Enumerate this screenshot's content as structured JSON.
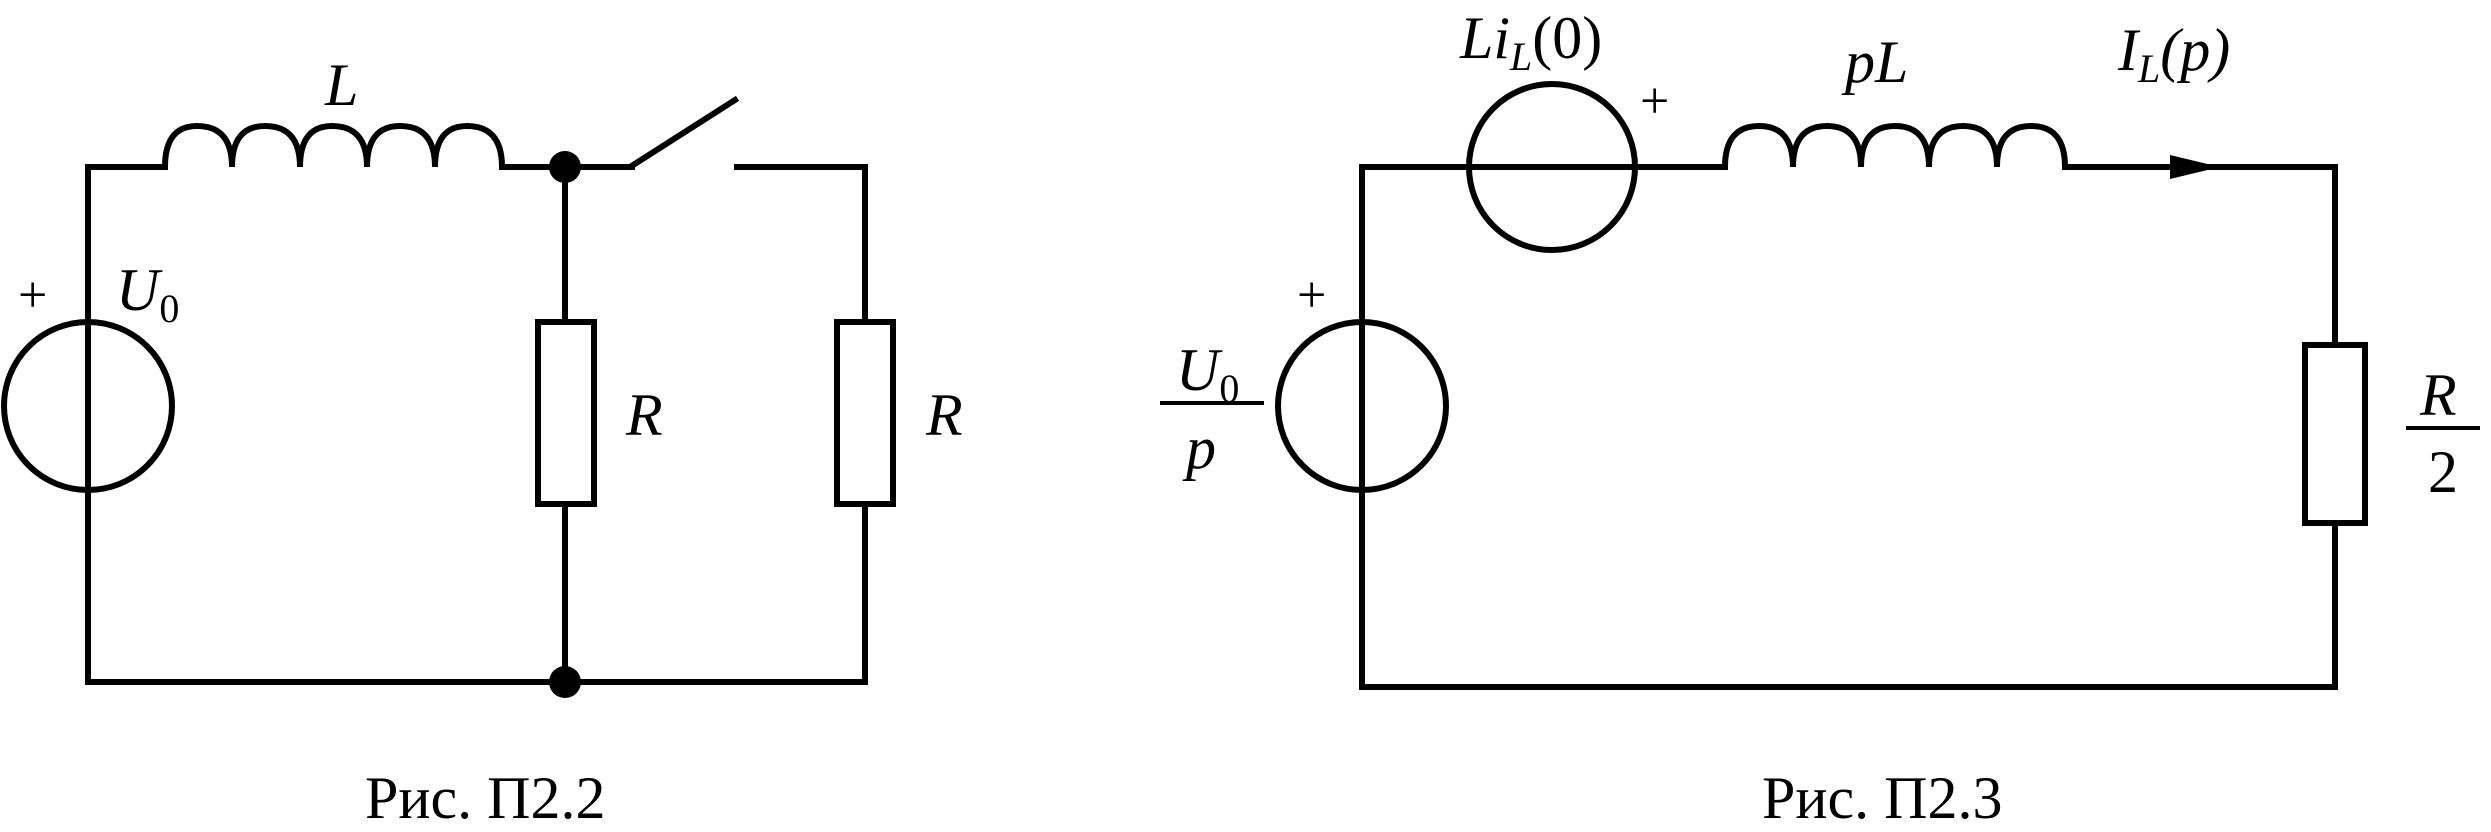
{
  "fig1": {
    "caption": "Рис. П2.2",
    "source_plus": "+",
    "source_label": {
      "main": "U",
      "sub": "0"
    },
    "inductor_label": "L",
    "resistor1_label": "R",
    "resistor2_label": "R"
  },
  "fig2": {
    "caption": "Рис. П2.3",
    "voltage_source_plus": "+",
    "voltage_source_label": {
      "num_main": "U",
      "num_sub": "0",
      "den": "p"
    },
    "init_source_label": {
      "a": "Li",
      "sub": "L",
      "b": "(0)"
    },
    "init_source_plus": "+",
    "inductor_label": "pL",
    "current_label": {
      "main": "I",
      "sub": "L",
      "b": "(p)"
    },
    "resistor_label": {
      "num": "R",
      "den": "2"
    }
  }
}
